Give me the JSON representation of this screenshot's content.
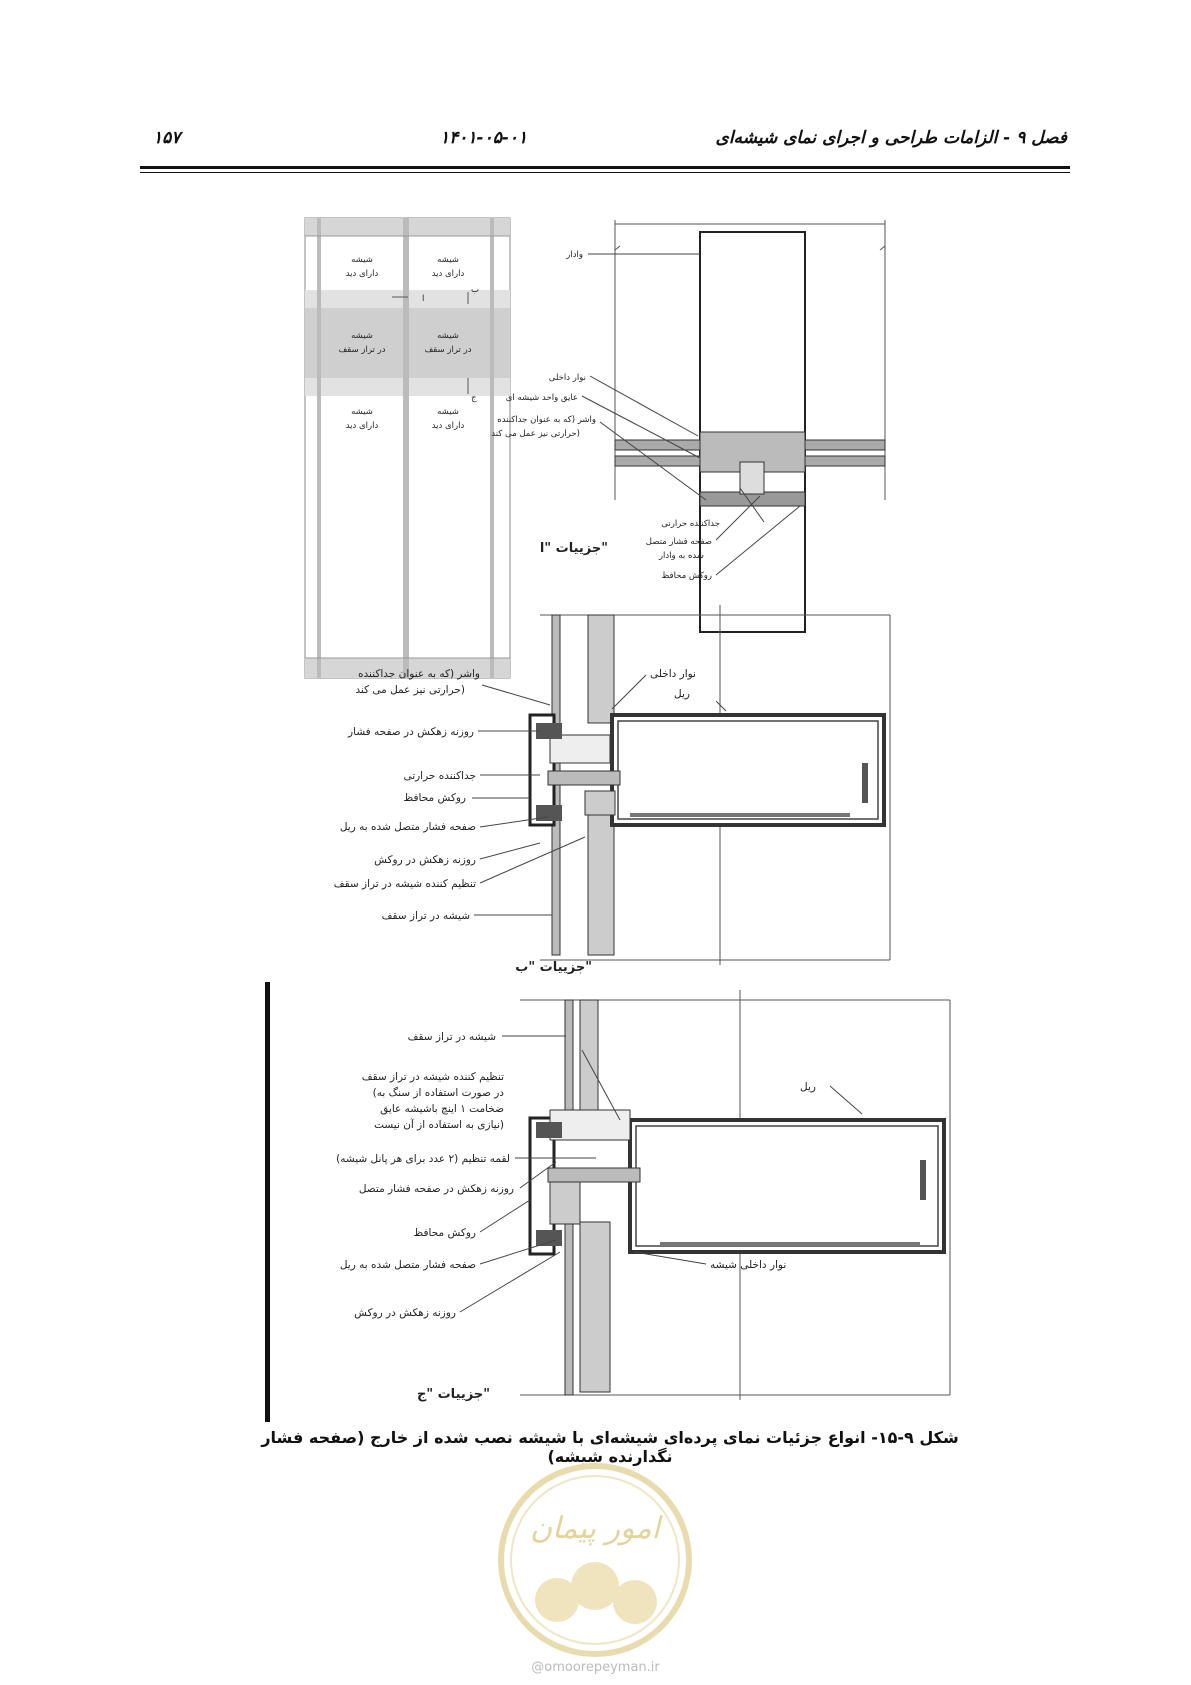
{
  "header": {
    "page_number": "۱۵۷",
    "date": "۱۴۰۱-۰۵-۰۱",
    "chapter_title": "فصل ۹ - الزامات طراحی و اجرای نمای شیشه‌ای"
  },
  "grid_figure": {
    "cells": [
      {
        "line1": "شیشه",
        "line2": "دارای دید"
      },
      {
        "line1": "شیشه",
        "line2": "دارای دید"
      },
      {
        "line1": "شیشه",
        "line2": "در تراز سقف"
      },
      {
        "line1": "شیشه",
        "line2": "در تراز سقف"
      },
      {
        "line1": "شیشه",
        "line2": "دارای دید"
      },
      {
        "line1": "شیشه",
        "line2": "دارای دید"
      }
    ],
    "markers": {
      "a": "ا",
      "b": "ب",
      "c": "ج"
    }
  },
  "detail_a": {
    "title": "جزییات \"ا\"",
    "labels": {
      "mullion": "وادار",
      "inner_gasket": "نوار داخلی",
      "glass_unit_insulation": "عایق واحد شیشه ای",
      "washer_1": "واشر (که به عنوان جداکننده",
      "washer_2": "حرارتی نیز عمل می کند)",
      "thermal_break": "جداکننده حرارتی",
      "pressure_plate_1": "صفحه فشار متصل",
      "pressure_plate_2": "شده به وادار",
      "cover": "روکش محافظ"
    }
  },
  "detail_b": {
    "title": "جزییات \"ب\"",
    "labels": {
      "washer_1": "واشر (که به عنوان جداکننده",
      "washer_2": "حرارتی نیز عمل می کند)",
      "weep_pressure_plate": "روزنه زهکش در صفحه فشار",
      "thermal_break": "جداکننده حرارتی",
      "cover": "روکش محافظ",
      "pressure_plate": "صفحه فشار متصل شده به ریل",
      "weep_cover": "روزنه زهکش در روکش",
      "spandrel_adjuster": "تنظیم کننده شیشه در تراز سقف",
      "spandrel_glass": "شیشه در تراز سقف",
      "inner_gasket": "نوار داخلی",
      "rail": "ریل"
    }
  },
  "detail_c": {
    "title": "جزییات \"ج\"",
    "labels": {
      "spandrel_glass": "شیشه در تراز سقف",
      "adjuster_1": "تنظیم کننده شیشه در تراز سقف",
      "adjuster_2": "(در صورت استفاده از سنگ به",
      "adjuster_3": "ضخامت ۱ اینچ باشیشه عایق",
      "adjuster_4": "نیازی به استفاده از آن نیست)",
      "setting_block": "لقمه تنظیم (۲ عدد برای هر پانل شیشه)",
      "weep_pressure_plate": "روزنه زهکش در صفحه فشار متصل",
      "cover": "روکش محافظ",
      "pressure_plate": "صفحه فشار متصل شده به ریل",
      "weep_cover": "روزنه زهکش در روکش",
      "rail": "ریل",
      "glass_inner_gasket": "نوار داخلی شیشه"
    }
  },
  "caption": "شکل ۹-۱۵- انواع جزئیات نمای پرده‌ای شیشه‌ای با شیشه نصب شده از خارج (صفحه فشار نگدارنده شیشه)",
  "watermark": {
    "logo_text": "امور پیمان",
    "url": "@omoorepeyman.ir"
  },
  "colors": {
    "spandrel_gray": "#cfcfcf",
    "profile_gray": "#9a9a9a",
    "watermark": "#e8dcae"
  }
}
